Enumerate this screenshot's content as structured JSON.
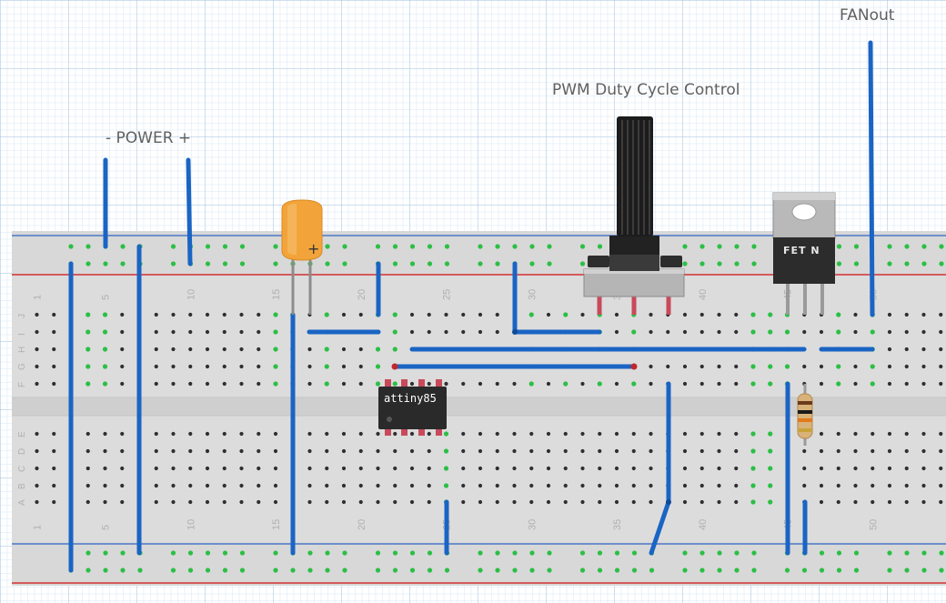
{
  "labels": {
    "power": "- POWER +",
    "pwm": "PWM Duty Cycle Control",
    "fanout": "FANout"
  },
  "chip": {
    "name": "attiny85"
  },
  "mosfet": {
    "marking": "FET N"
  },
  "capacitor": {
    "polarity": "+"
  },
  "breadboard": {
    "column_numbers": [
      "1",
      "5",
      "10",
      "15",
      "20",
      "25",
      "30",
      "35",
      "40",
      "45",
      "50"
    ],
    "top_rows": [
      "J",
      "I",
      "H",
      "G",
      "F"
    ],
    "bottom_rows": [
      "E",
      "D",
      "C",
      "B",
      "A"
    ]
  },
  "colors": {
    "wire": "#1a64c4",
    "wire_dark": "#0e4a98",
    "wire_red": "#c1272d",
    "board": "#dcdcdc",
    "hole": "#2f2f2f",
    "hole_active": "#2bbf45",
    "rail_red": "#d43030",
    "rail_blue": "#4a78c8",
    "capacitor": "#f2a43a",
    "chip": "#2a2a2a"
  }
}
